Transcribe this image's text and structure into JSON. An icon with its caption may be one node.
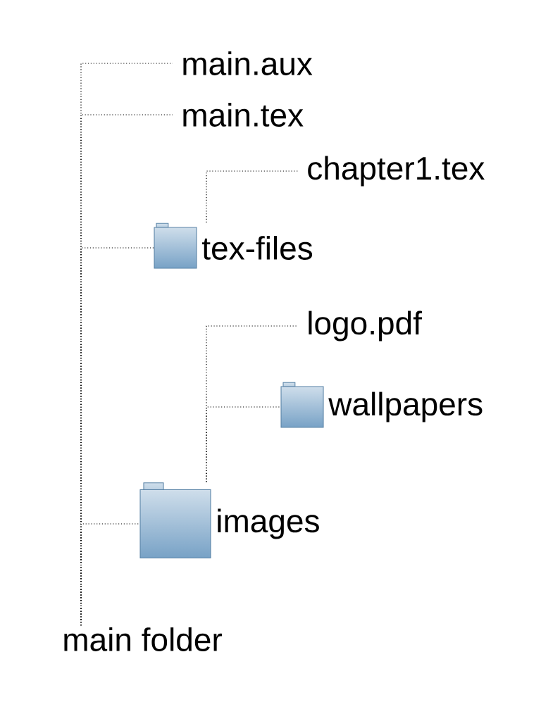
{
  "diagram": {
    "nodes": [
      {
        "text": [
          "main.aux"
        ]
      },
      {
        "text": [
          "main.tex"
        ]
      },
      {
        "text": [
          "chapter1.tex"
        ]
      },
      {
        "text": [
          "tex-files"
        ]
      },
      {
        "text": [
          "logo.pdf"
        ]
      },
      {
        "text": [
          "wallpapers"
        ]
      },
      {
        "text": [
          "images"
        ]
      },
      {
        "text": [
          "main folder"
        ]
      }
    ],
    "edges": [
      {
        "from": 7,
        "to": 0,
        "arrow": "none"
      },
      {
        "from": 7,
        "to": 1,
        "arrow": "none"
      },
      {
        "from": 7,
        "to": 3,
        "arrow": "none"
      },
      {
        "from": 7,
        "to": 6,
        "arrow": "none"
      },
      {
        "from": 3,
        "to": 2,
        "arrow": "none"
      },
      {
        "from": 6,
        "to": 4,
        "arrow": "none"
      },
      {
        "from": 6,
        "to": 5,
        "arrow": "none"
      }
    ]
  }
}
